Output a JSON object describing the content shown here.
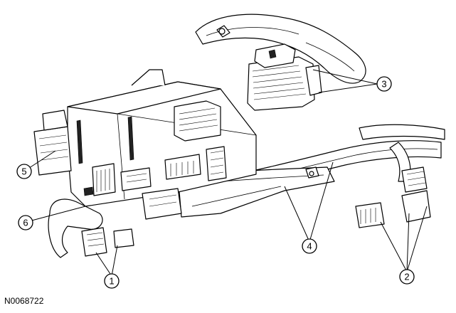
{
  "figure_code": "N0068722",
  "callouts": [
    {
      "label": "1"
    },
    {
      "label": "2"
    },
    {
      "label": "3"
    },
    {
      "label": "4"
    },
    {
      "label": "5"
    },
    {
      "label": "6"
    }
  ]
}
